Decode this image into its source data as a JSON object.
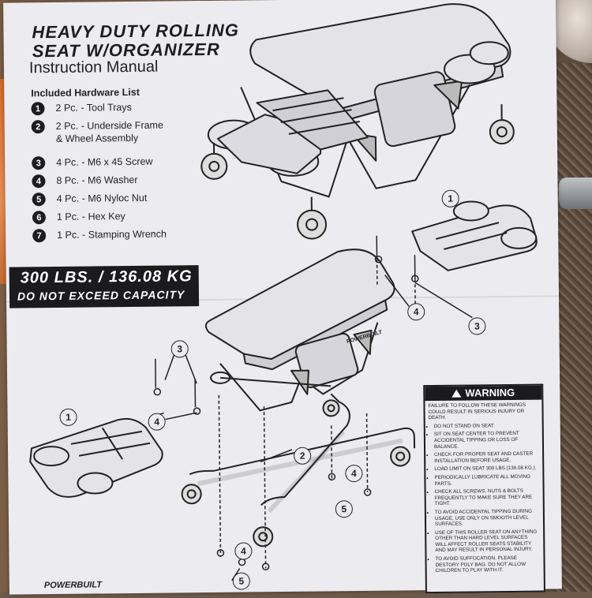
{
  "document": {
    "title_line1": "HEAVY DUTY ROLLING",
    "title_line2": "SEAT W/ORGANIZER",
    "subtitle": "Instruction Manual",
    "hardware_heading": "Included Hardware List",
    "hardware": [
      {
        "num": "1",
        "text": "2 Pc. - Tool Trays"
      },
      {
        "num": "2",
        "text": "2 Pc. - Underside Frame\n& Wheel Assembly"
      },
      {
        "num": "3",
        "text": "4 Pc. - M6 x 45 Screw"
      },
      {
        "num": "4",
        "text": "8 Pc. - M6 Washer"
      },
      {
        "num": "5",
        "text": "4 Pc. - M6 Nyloc Nut"
      },
      {
        "num": "6",
        "text": "1 Pc. - Hex Key"
      },
      {
        "num": "7",
        "text": "1 Pc. - Stamping Wrench"
      }
    ],
    "capacity_line1": "300 LBS. / 136.08 KG",
    "capacity_line2": "DO NOT EXCEED CAPACITY",
    "brand": "POWERBUILT",
    "seat_brand": "POWERBUILT",
    "callouts": {
      "c1": "1",
      "c2": "2",
      "c3": "3",
      "c4": "4",
      "c5": "5"
    }
  },
  "warning": {
    "heading": "WARNING",
    "intro": "FAILURE TO FOLLOW THESE WARNINGS COULD RESULT IN SERIOUS INJURY OR DEATH.",
    "items": [
      "DO NOT STAND ON SEAT.",
      "SIT ON SEAT CENTER TO PREVENT ACCIDENTAL TIPPING OR LOSS OF BALANCE.",
      "CHECK FOR PROPER SEAT AND CASTER INSTALLATION BEFORE USAGE.",
      "LOAD LIMIT ON SEAT 300 LBS (136.08 KG.).",
      "PERIODICALLY LUBRICATE ALL MOVING PARTS.",
      "CHECK ALL SCREWS, NUTS & BOLTS FREQUENTLY TO MAKE SURE THEY ARE TIGHT.",
      "TO AVOID ACCIDENTAL TIPPING DURING USAGE, USE ONLY ON SMOOTH LEVEL SURFACES.",
      "USE OF THIS ROLLER SEAT ON ANYTHING OTHER THAN HARD LEVEL SURFACES WILL AFFECT ROLLER SEATS STABILITY AND MAY RESULT IN PERSONAL INJURY.",
      "TO AVOID SUFFOCATION, PLEASE DESTORY POLY BAG. DO NOT ALLOW CHILDREN TO PLAY WITH IT."
    ]
  },
  "colors": {
    "ink": "#1d1d1f",
    "paper": "#ecebf0",
    "accent_strip": "#d96a2c"
  },
  "icons": [
    "warning-triangle-icon"
  ]
}
